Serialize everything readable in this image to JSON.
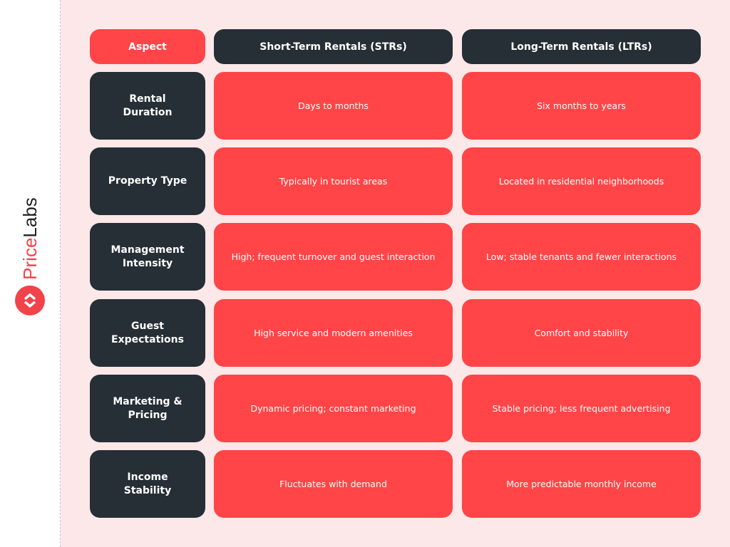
{
  "brand": {
    "name_part1": "Price",
    "name_part2": "Labs",
    "color": "#ff4547"
  },
  "header": {
    "aspect": "Aspect",
    "str": "Short-Term Rentals (STRs)",
    "ltr": "Long-Term Rentals (LTRs)"
  },
  "rows": [
    {
      "aspect": "Rental Duration",
      "str": "Days to months",
      "ltr": "Six months to years"
    },
    {
      "aspect": "Property Type",
      "str": "Typically in tourist areas",
      "ltr": "Located in residential neighborhoods"
    },
    {
      "aspect": "Management Intensity",
      "str": "High; frequent turnover and guest interaction",
      "ltr": "Low; stable tenants and fewer interactions"
    },
    {
      "aspect": "Guest Expectations",
      "str": "High service and modern amenities",
      "ltr": "Comfort and stability"
    },
    {
      "aspect": "Marketing & Pricing",
      "str": "Dynamic pricing; constant marketing",
      "ltr": "Stable pricing; less frequent advertising"
    },
    {
      "aspect": "Income Stability",
      "str": "Fluctuates with demand",
      "ltr": "More predictable monthly income"
    }
  ]
}
